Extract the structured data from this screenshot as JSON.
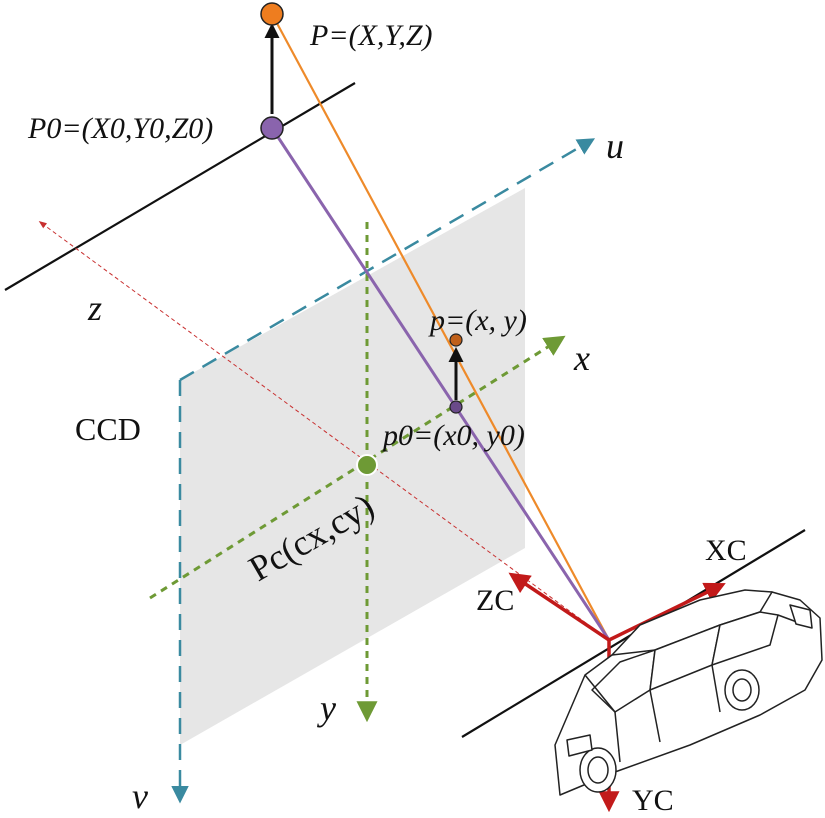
{
  "labels": {
    "P": "P=(X,Y,Z)",
    "P0": "P0=(X0,Y0,Z0)",
    "u": "u",
    "v": "v",
    "z": "z",
    "x": "x",
    "y": "y",
    "p": "p=(x, y)",
    "p0": "p0=(x0, y0)",
    "ccd": "CCD",
    "pc": "Pc(cx,cy)",
    "Xc": "XC",
    "Yc": "YC",
    "Zc": "ZC"
  },
  "colors": {
    "ccd_plane": "#e6e6e6",
    "uv_axis": "#3a8aa0",
    "xy_axis": "#6e9a35",
    "ray_orange": "#ee8a2a",
    "ray_purple": "#8a64ad",
    "camera_axes": "#c21a1a",
    "z_axis": "#c83030",
    "ground": "#111111"
  },
  "icons": {
    "vehicle": "car-icon"
  }
}
